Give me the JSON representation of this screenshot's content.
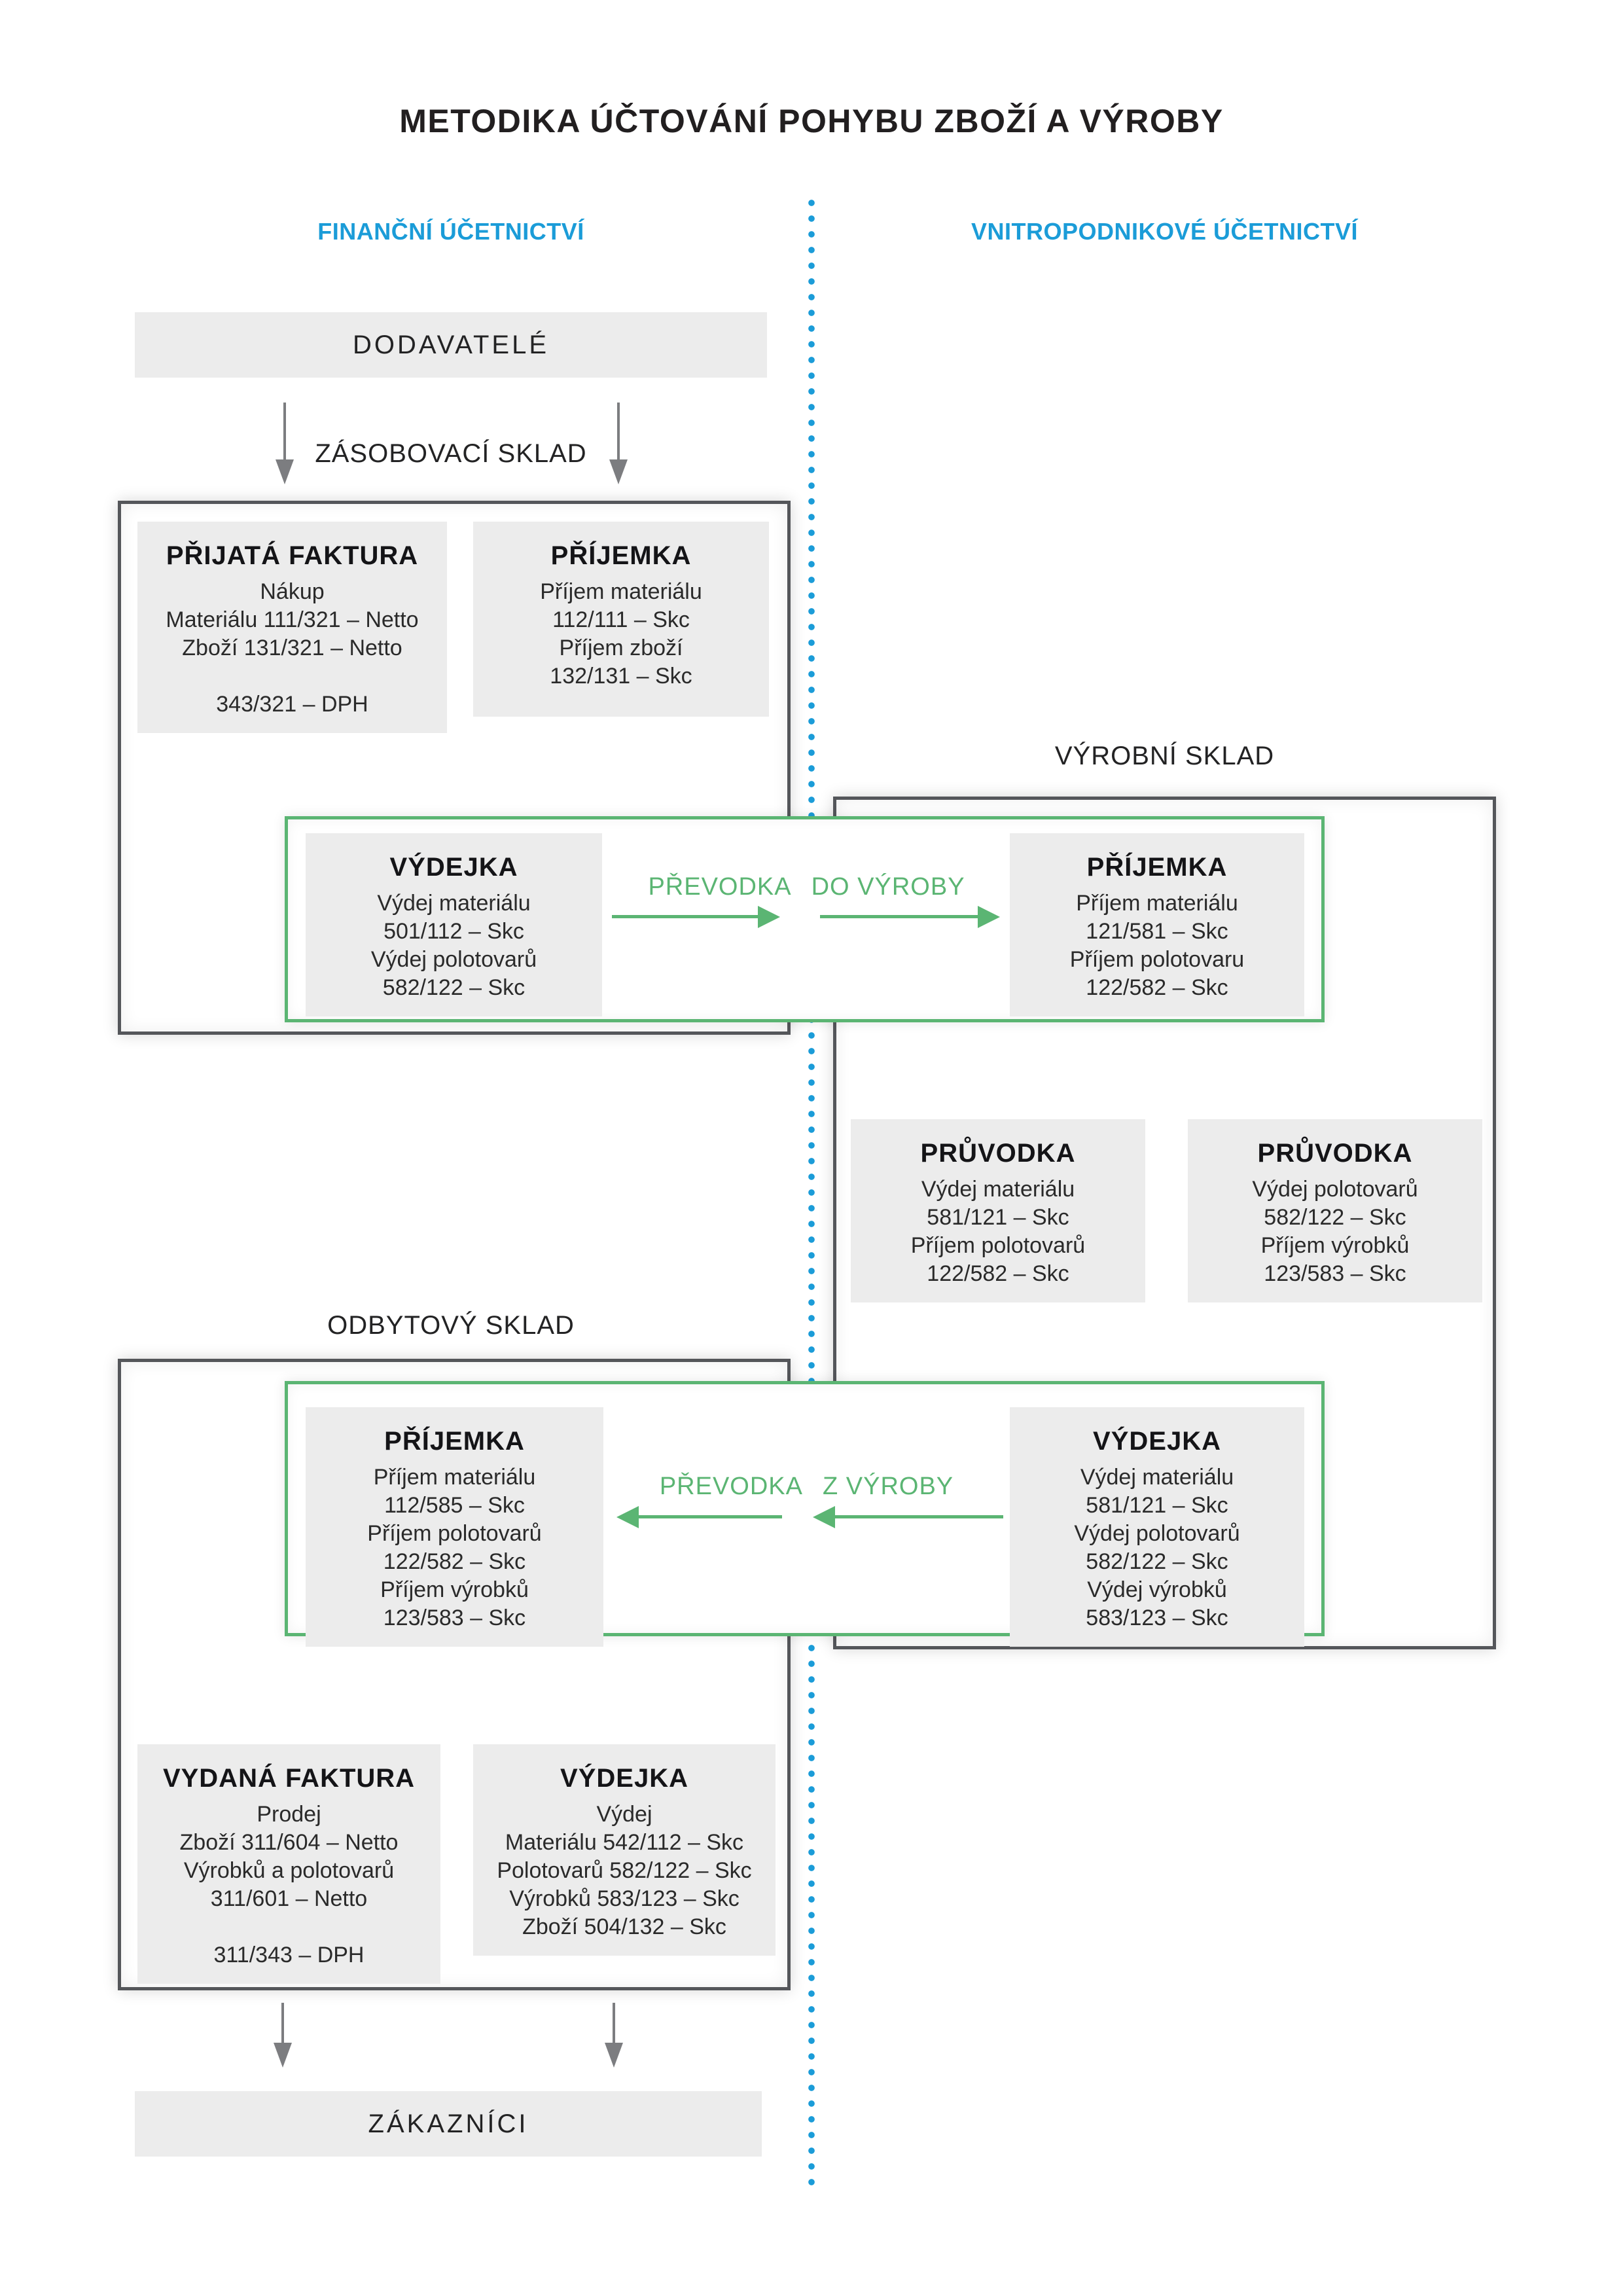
{
  "title": "METODIKA ÚČTOVÁNÍ POHYBU ZBOŽÍ A VÝROBY",
  "colors": {
    "accent_blue": "#1b9cd8",
    "accent_green": "#5bb573",
    "card_background": "#ececec",
    "container_border": "#54565a",
    "arrow_gray": "#7c7d80"
  },
  "columns": {
    "left": "FINANČNÍ ÚČETNICTVÍ",
    "right": "VNITROPODNIKOVÉ ÚČETNICTVÍ"
  },
  "nodes": {
    "dodavatele": "DODAVATELÉ",
    "zakaznici": "ZÁKAZNÍCI"
  },
  "section_labels": {
    "zasobovaci_sklad": "ZÁSOBOVACÍ SKLAD",
    "vyrobni_sklad": "VÝROBNÍ SKLAD",
    "odbytovy_sklad": "ODBYTOVÝ SKLAD"
  },
  "transfers": {
    "do_vyroby": {
      "word1": "PŘEVODKA",
      "word2": "DO VÝROBY"
    },
    "z_vyroby": {
      "word1": "PŘEVODKA",
      "word2": "Z VÝROBY"
    }
  },
  "cards": {
    "prijata_faktura": {
      "title": "PŘIJATÁ FAKTURA",
      "lines": [
        "Nákup",
        "Materiálu 111/321 – Netto",
        "Zboží 131/321 – Netto",
        "",
        "343/321 – DPH"
      ]
    },
    "prijemka_zasobovaci": {
      "title": "PŘÍJEMKA",
      "lines": [
        "Příjem materiálu",
        "112/111 – Skc",
        "Příjem zboží",
        "132/131 – Skc"
      ]
    },
    "vydejka_do_vyroby": {
      "title": "VÝDEJKA",
      "lines": [
        "Výdej materiálu",
        "501/112 – Skc",
        "Výdej polotovarů",
        "582/122 – Skc"
      ]
    },
    "prijemka_vyrobni": {
      "title": "PŘÍJEMKA",
      "lines": [
        "Příjem materiálu",
        "121/581 – Skc",
        "Příjem polotovaru",
        "122/582 – Skc"
      ]
    },
    "pruvodka_1": {
      "title": "PRŮVODKA",
      "lines": [
        "Výdej materiálu",
        "581/121 – Skc",
        "Příjem polotovarů",
        "122/582 – Skc"
      ]
    },
    "pruvodka_2": {
      "title": "PRŮVODKA",
      "lines": [
        "Výdej polotovarů",
        "582/122 – Skc",
        "Příjem výrobků",
        "123/583 – Skc"
      ]
    },
    "prijemka_odbytovy": {
      "title": "PŘÍJEMKA",
      "lines": [
        "Příjem materiálu",
        "112/585 – Skc",
        "Příjem polotovarů",
        "122/582 – Skc",
        "Příjem výrobků",
        "123/583 – Skc"
      ]
    },
    "vydejka_z_vyroby": {
      "title": "VÝDEJKA",
      "lines": [
        "Výdej materiálu",
        "581/121 – Skc",
        "Výdej polotovarů",
        "582/122 – Skc",
        "Výdej výrobků",
        "583/123 – Skc"
      ]
    },
    "vydana_faktura": {
      "title": "VYDANÁ FAKTURA",
      "lines": [
        "Prodej",
        "Zboží 311/604 – Netto",
        "Výrobků a polotovarů",
        "311/601 – Netto",
        "",
        "311/343 – DPH"
      ]
    },
    "vydejka_prodej": {
      "title": "VÝDEJKA",
      "lines": [
        "Výdej",
        "Materiálu 542/112 – Skc",
        "Polotovarů 582/122 – Skc",
        "Výrobků 583/123 – Skc",
        "Zboží 504/132 – Skc"
      ]
    }
  }
}
